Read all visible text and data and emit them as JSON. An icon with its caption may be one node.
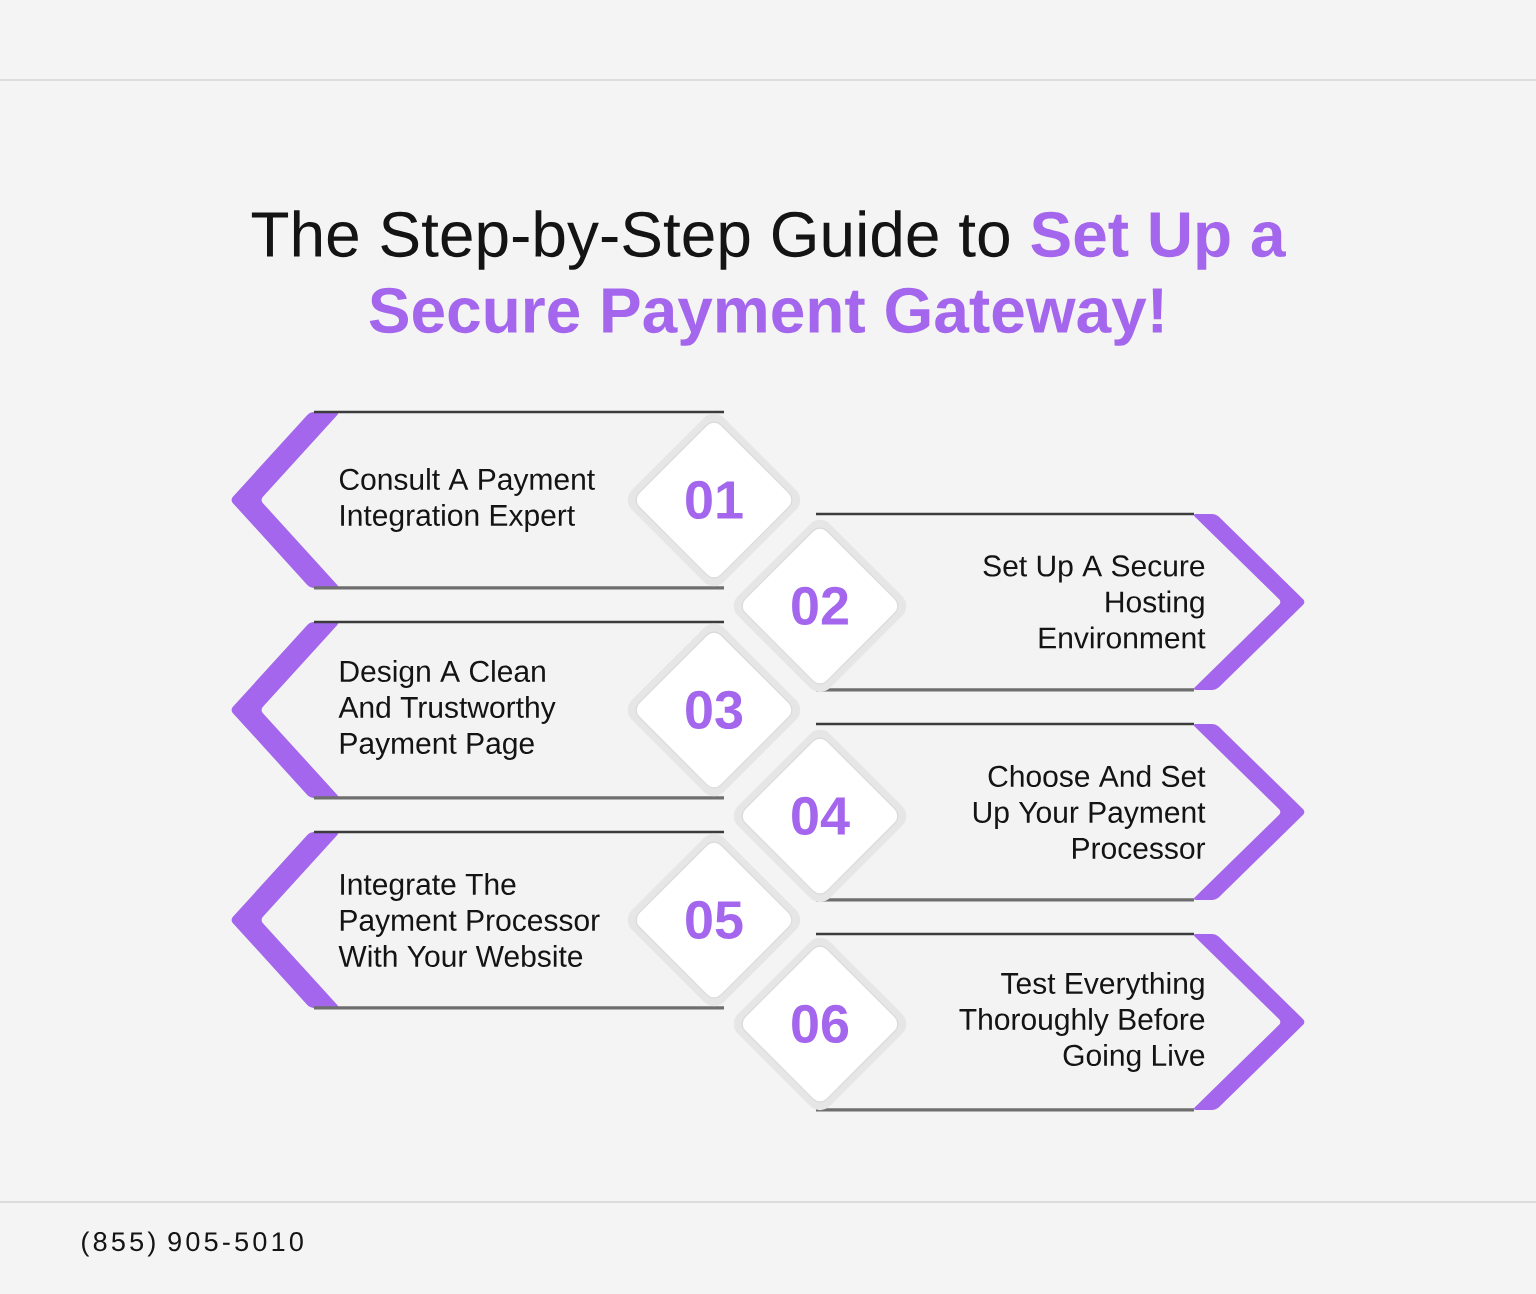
{
  "diagram": {
    "title": "The Step-by-Step Guide to **Set Up a Secure Payment Gateway!**",
    "nodes": [
      {
        "text": [
          "Consult A Payment Integration Expert"
        ]
      },
      {
        "text": [
          "01"
        ]
      },
      {
        "text": [
          "02"
        ]
      },
      {
        "text": [
          "Set Up A Secure Hosting Environment"
        ]
      },
      {
        "text": [
          "Design A Clean And Trustworthy Payment Page"
        ]
      },
      {
        "text": [
          "03"
        ]
      },
      {
        "text": [
          "04"
        ]
      },
      {
        "text": [
          "Choose And Set Up Your Payment Processor"
        ]
      },
      {
        "text": [
          "Integrate The Payment Processor With Your Website"
        ]
      },
      {
        "text": [
          "05"
        ]
      },
      {
        "text": [
          "06"
        ]
      },
      {
        "text": [
          "Test Everything Thoroughly Before Going Live"
        ]
      }
    ],
    "labels": [
      "(855) 905-5010"
    ]
  }
}
